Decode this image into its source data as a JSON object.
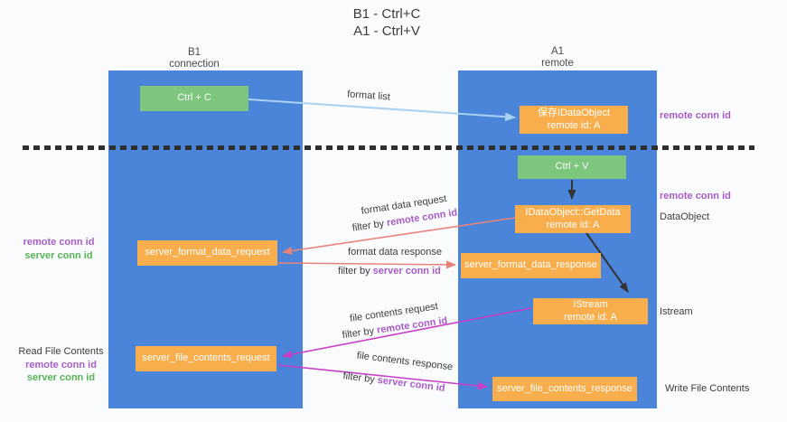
{
  "title": {
    "line1": "B1 - Ctrl+C",
    "line2": "A1 - Ctrl+V"
  },
  "lifelines": {
    "left": {
      "name": "B1",
      "role": "connection"
    },
    "right": {
      "name": "A1",
      "role": "remote"
    }
  },
  "nodes": {
    "ctrl_c": {
      "label": "Ctrl + C"
    },
    "saved_dataobject": {
      "line1": "保存IDataObject",
      "line2": "remote id: A"
    },
    "ctrl_v": {
      "label": "Ctrl + V"
    },
    "getdata": {
      "line1": "IDataObject::GetData",
      "line2": "remote id: A"
    },
    "format_request": {
      "label": "server_format_data_request"
    },
    "format_response": {
      "label": "server_format_data_response"
    },
    "istream": {
      "line1": "IStream",
      "line2": "remote id: A"
    },
    "file_request": {
      "label": "server_file_contents_request"
    },
    "file_response": {
      "label": "server_file_contents_response"
    }
  },
  "edge_labels": {
    "format_list": "format list",
    "format_data_request": "format data request",
    "format_data_response": "format data response",
    "file_contents_request": "file contents request",
    "file_contents_response": "file contents response",
    "filter_by": "filter by",
    "remote_conn_id": "remote conn id",
    "server_conn_id": "server conn id"
  },
  "side_labels": {
    "left_top": {
      "remote": "remote conn id",
      "server": "server conn id"
    },
    "left_bottom": {
      "title": "Read File Contents",
      "remote": "remote conn id",
      "server": "server conn id"
    },
    "right": {
      "remote_1": "remote conn id",
      "remote_2": "remote conn id",
      "dataobject": "DataObject",
      "istream": "Istream",
      "write_file": "Write File Contents"
    }
  },
  "colors": {
    "column-blue": "#4a85d9",
    "box-green": "#7ec57e",
    "box-orange": "#f8ae4d",
    "label-purple": "#a85cc8",
    "label-green": "#55b455",
    "arrow-salmon": "#e8837a",
    "arrow-magenta": "#c73ec7",
    "arrow-blue": "#a9d2f0",
    "arrow-black": "#333333",
    "dash-black": "#2e2e2e",
    "text-dark": "#3c3c3c",
    "page-bg": "#fafbfc"
  }
}
